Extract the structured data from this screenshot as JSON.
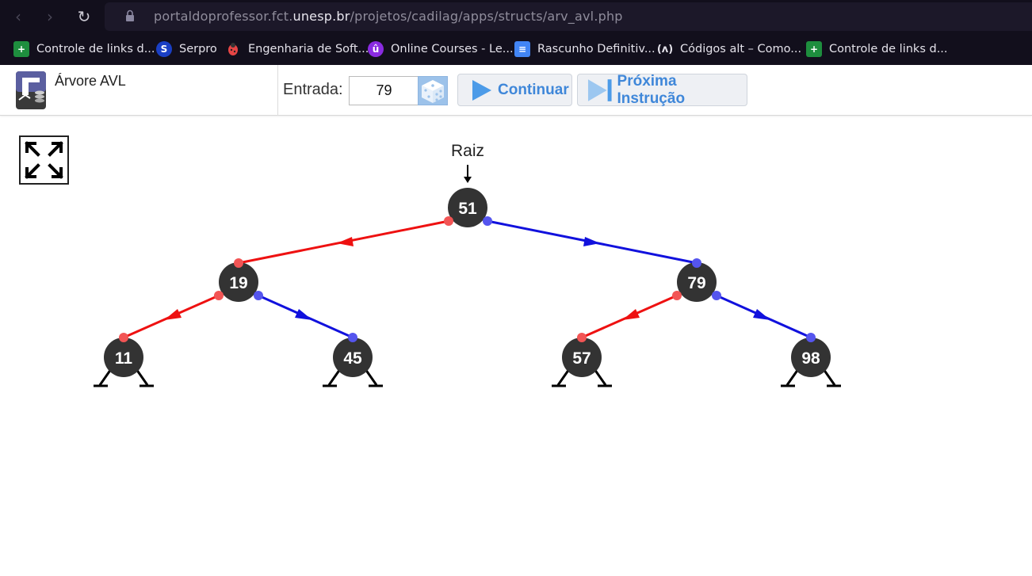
{
  "browser": {
    "url_prefix": "portaldoprofessor.fct.",
    "url_host": "unesp.br",
    "url_path": "/projetos/cadilag/apps/structs/arv_avl.php",
    "bookmarks": [
      {
        "label": "Controle de links d...",
        "icon": "sheets-icon"
      },
      {
        "label": "Serpro",
        "icon": "serpro-icon"
      },
      {
        "label": "Engenharia de Soft...",
        "icon": "bug-icon"
      },
      {
        "label": "Online Courses - Le...",
        "icon": "udemy-icon"
      },
      {
        "label": "Rascunho Definitiv...",
        "icon": "docs-icon"
      },
      {
        "label": "Códigos alt – Como...",
        "icon": "alt-icon"
      },
      {
        "label": "Controle de links d...",
        "icon": "sheets-icon"
      }
    ]
  },
  "app": {
    "title": "Árvore AVL",
    "entrada_label": "Entrada:",
    "entrada_value": "79",
    "continuar_label": "Continuar",
    "proxima_label": "Próxima Instrução"
  },
  "tree": {
    "root_label": "Raiz",
    "nodes": [
      {
        "id": "n51",
        "value": "51"
      },
      {
        "id": "n19",
        "value": "19"
      },
      {
        "id": "n79",
        "value": "79"
      },
      {
        "id": "n11",
        "value": "11"
      },
      {
        "id": "n45",
        "value": "45"
      },
      {
        "id": "n57",
        "value": "57"
      },
      {
        "id": "n98",
        "value": "98"
      }
    ],
    "edges": [
      {
        "from": "51",
        "to": "19",
        "side": "left"
      },
      {
        "from": "51",
        "to": "79",
        "side": "right"
      },
      {
        "from": "19",
        "to": "11",
        "side": "left"
      },
      {
        "from": "19",
        "to": "45",
        "side": "right"
      },
      {
        "from": "79",
        "to": "57",
        "side": "left"
      },
      {
        "from": "79",
        "to": "98",
        "side": "right"
      }
    ],
    "colors": {
      "left_edge": "#ee1111",
      "right_edge": "#1111dd",
      "node": "#333333",
      "left_dot": "#f25555",
      "right_dot": "#5555ee"
    }
  }
}
